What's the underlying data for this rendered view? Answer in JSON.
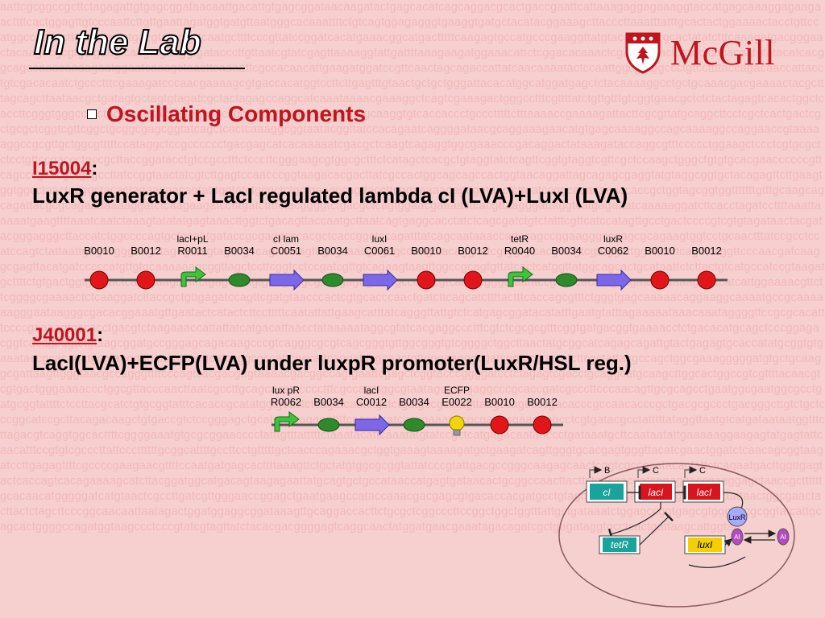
{
  "slide": {
    "title": "In the Lab",
    "bullet": "Oscillating Components",
    "logo_text": "McGill"
  },
  "background_dna": "aattcgcggccgcttctagagattgtgagcggataacaattgacattgtgagcggataacaagatactgagcacatcagcaggacgcactgaccgaattcattaaagaggagaaaggtaccatgagcaaaggagaagaacttttcactggagttgtcccaattcttgttgaattagatggtgatgttaatgggcacaaattttctgtcagtggagagggtgaaggtgatgctacatacggaaagcttacccttaaatttatttgcactactggaaaactacctgttccatggccaacacttgtcactactctgacgtatggtgttcaatgcttttcccgttatccggatcacatgaaacggcatgactttttcaagagtgccatgcccgaaggttatgtacaggaacgcactatatctttcaaagatgacgggaactacaagacgcgtgctgaagtcaagtttgaaggtgatacccttgttaatcgtatcgagttaaaaggtattgattttaaagaagatggaaacattctcggacacaaactcgagtacaactataactcacacaatgtatacatcacggcagacaaacaaaagaatggaatcaaagctaacttcaaaattcgccacaacattgaagatggatccgttcaactagcagaccattatcaacaaaatactccaattggcgatggccctgtccttttaccagacaaccattacctgtcgacacaatctgccctttcgaaagatcccaacgaaaagcgtgaccacatggtccttcttgagtttgtaactgctgctgggattacacatggcatggatgagctctacaaaaggcctgctgcaaacgacgaaaactacgctttagcagcttaataacgctgatagtgctagtgtagatcgctactagagccaggcatcaaataaaacgaaaggctcagtcgaaagactgggcctttcgttttatctgttgtttgtcggtgaacgctctctactagagtcacactggctcaccttcgggtgggcctttctgcgtttatatactagtagcggccgctgcagtccggcaaaaaagggcaaggtgtcaccaccctgccctttttctttaaaaccgaaaagattacttcgcgttatgcaggcttcctcgctcactgactcgctgcgctcggtcgttcggctgcggcgagcggtatcagctcactcaaaggcggtaatacggttatccacagaatcaggggataacgcaggaaagaacatgtgagcaaaaggccagcaaaaggccaggaaccgtaaaaaggccgcgttgctggcgtttttccataggctccgcccccctgacgagcatcacaaaaatcgacgctcaagtcagaggtggcgaaacccgacaggactataaagataccaggcgtttccccctggaagctccctcgtgcgctctcctgttccgaccctgccgcttaccggatacctgtccgcctttctcccttcgggaagcgtggcgctttctcatagctcacgctgtaggtatctcagttcggtgtaggtcgttcgctccaagctgggctgtgtgcacgaaccccccgttcagcccgaccgctgcgccttatccggtaactatcgtcttgagtccaacccggtaagacacgacttatcgccactggcagcagccactggtaacaggattagcagagcgaggtatgtaggcggtgctacagagttcttgaagtggtggcctaactacggctacactagaagaacagtatttggtatctgcgctctgctgaagccagttaccttcggaaaaagagttggtagctcttgatccggcaaacaaaccaccgctggtagcggtggtttttttgtttgcaagcagcagattacgcgcagaaaaaaaggatctcaagaagatcctttgatcttttctacggggtctgacgctcagtggaacgaaaactcacgttaagggattttggtcatgagattatcaaaaaggatcttcacctagatccttttaaattaaaaatgaagttttaaatcaatctaaagtatatatgagtaaacttggtctgacagttaccaatgcttaatcagtgaggcacctatctcagcgatctgtctatttcgttcatccatagttgcctgactccccgtcgtgtagataactacgatacgggagggcttaccatctggccccagtgctgcaatgataccgcgagacccacgctcaccggctccagatttatcagcaataaaccagccagccggaagggccgagcgcagaagtggtcctgcaactttatccgcctccatccagtctattaattgttgccgggaagctagagtaagtagttcgccagttaatagtttgcgcaacgttgttgccattgctacaggcatcgtggtgtcacgctcgtcgtttggtatggcttcattcagctccggttcccaacgatcaaggcgagttacatgatcccccatgttgtgcaaaaaagcggttagctccttcggtcctccgatcgttgtcagaagtaagttggccgcagtgttatcactcatggttatggcagcactgcataattctcttactgtcatgccatccgtaagatgcttttctgtgactggtgagtactcaaccaagtcattctgagaatagtgtatgcggcgaccgagttgctcttgcccggcgtcaatacgggataataccgcgccacatagcagaactttaaaagtgctcatcattggaaaacgttcttcggggcgaaaactctcaaggatcttaccgctgttgagatccagttcgatgtaacccactcgtgcacccaactgatcttcagcatcttttactttcaccagcgtttctgggtgagcaaaaacaggaaggcaaaatgccgcaaaaaagggaataagggcgacacggaaatgttgaatactcatactcttcctttttcaatattattgaagcatttatcagggttattgtctcatgagcggatacatatttgaatgtatttagaaaaataaacaaataggggttccgcgcacatttccccgaaaagtgccacctgacgtctaagaaaccattattatcatgacattaacctataaaaataggcgtatcacgaggccctttcgtctcgcgcgtttcggtgatgacggtgaaaacctctgacacatgcagctcccggagacggtcacagcttgtctgtaagcggatgccgggagcagacaagcccgtcagggcgcgtcagcgggtgttggcgggtgtcggggctggcttaactatgcggcatcagagcagattgtactgagagtgcaccatatgcggtgtgaaataccgcacagatgcgtaaggagaaaataccgcatcaggcgccattcgccattcaggctgcgcaactgttgggaagggcgatcggtgcgggcctcttcgctattacgccagctggcgaaagggggatgtgctgcaaggcgattaagttgggtaacgccagggttttcccagtcacgacgttgtaaaacgacggccagtgaattcgagctcggtacccggggatcctctagagtcgacctgcaggcatgcaagcttggcactggccgtcgttttacaacgtcgtgactgggaaaaccctggcgttacccaacttaatcgccttgcagcacatccccctttcgccagctggcgtaatagcgaagaggcccgcaccgatcgcccttcccaacagttgcgcagcctgaatggcgaatggcgcctgatgcggtattttctccttacgcatctgtgcggtatttcacaccgcatatggtgcactctcagtacaatctgctctgatgccgcatagttaagccagccccgacacccgccaacacccgctgacgcgccctgacgggcttgtctgctcccggcatccgcttacagacaagctgtgaccgtctccgggagctgcatgtgtcagaggttttcaccgtcatcaccgaaacgcgcgagacgaaagggcctcgtgatacgcctatttttataggttaatgtcatgataataatggtttcttagacgtcaggtggcacttttcggggaaatgtgcgcggaacccctatttgtttatttttctaaatacattcaaatatgtatccgctcatgagacaataaccctgataaatgcttcaataatattgaaaaaggaagagtatgagtattcaacatttccgtgtcgcccttattcccttttttgcggcattttgccttcctgtttttgctcacccagaaacgctggtgaaagtaaaagatgctgaagatcagttgggtgcacgagtgggttacatcgaactggatctcaacagcggtaagatccttgagagttttcgccccgaagaacgttttccaatgatgagcacttttaaagttctgctatgtggcgcggtattatcccgtattgacgccgggcaagagcaactcggtcgccgcatacactattctcagaatgacttggttgagtactcaccagtcacagaaaagcatcttacggatggcatgacagtaagagaattatgcagtgctgccataaccatgagtgataacactgcggccaacttacttctgacaacgatcggaggaccgaaggagctaaccgcttttttgcacaacatgggggatcatgtaactcgccttgatcgttgggaaccggagctgaatgaagccataccaaacgacgagcgtgacaccacgatgcctgtagcaatggcaacaacgttgcgcaaactattaactggcgaactacttactctagcttcccggcaacaattaatagactggatggaggcggataaagttgcaggaccacttctgcgctcggcccttccggctggctggtttattgctgataaatctggagccggtgagcgtgggtctcgcggtatcattgcagcactggggccagatggtaagccctcccgtatcgtagttatctacacgacggggagtcaggcaactatggatgaacgaaatagacagatcgctgagataggtgcctcactgattaagcattggtaa",
  "constructs": [
    {
      "id": "I15004",
      "description": "LuxR generator + LacI regulated lambda cI (LVA)+LuxI (LVA)",
      "parts": [
        {
          "name": "",
          "code": "B0010",
          "type": "terminator"
        },
        {
          "name": "",
          "code": "B0012",
          "type": "terminator"
        },
        {
          "name": "lacI+pL",
          "code": "R0011",
          "type": "promoter"
        },
        {
          "name": "",
          "code": "B0034",
          "type": "rbs"
        },
        {
          "name": "cI lam",
          "code": "C0051",
          "type": "cds"
        },
        {
          "name": "",
          "code": "B0034",
          "type": "rbs"
        },
        {
          "name": "luxI",
          "code": "C0061",
          "type": "cds"
        },
        {
          "name": "",
          "code": "B0010",
          "type": "terminator"
        },
        {
          "name": "",
          "code": "B0012",
          "type": "terminator"
        },
        {
          "name": "tetR",
          "code": "R0040",
          "type": "promoter"
        },
        {
          "name": "",
          "code": "B0034",
          "type": "rbs"
        },
        {
          "name": "luxR",
          "code": "C0062",
          "type": "cds"
        },
        {
          "name": "",
          "code": "B0010",
          "type": "terminator"
        },
        {
          "name": "",
          "code": "B0012",
          "type": "terminator"
        }
      ]
    },
    {
      "id": "J40001",
      "description": "LacI(LVA)+ECFP(LVA) under luxpR promoter(LuxR/HSL reg.)",
      "parts": [
        {
          "name": "lux pR",
          "code": "R0062",
          "type": "promoter"
        },
        {
          "name": "",
          "code": "B0034",
          "type": "rbs"
        },
        {
          "name": "lacI",
          "code": "C0012",
          "type": "cds"
        },
        {
          "name": "",
          "code": "B0034",
          "type": "rbs"
        },
        {
          "name": "ECFP",
          "code": "E0022",
          "type": "reporter"
        },
        {
          "name": "",
          "code": "B0010",
          "type": "terminator"
        },
        {
          "name": "",
          "code": "B0012",
          "type": "terminator"
        }
      ]
    }
  ],
  "network": {
    "genes": [
      "cI",
      "lacI",
      "lacI",
      "tetR",
      "luxI"
    ],
    "promoter_letters": [
      "B",
      "C",
      "C"
    ],
    "signal_labels": [
      "LuxR",
      "AI",
      "AI"
    ]
  },
  "colors": {
    "title_fill": "#ffffff",
    "accent_red": "#c0141f",
    "background": "#f6cfcf",
    "terminator": "#e0161b",
    "promoter": "#3cc43c",
    "rbs": "#2d8a2d",
    "cds": "#7b67e8",
    "reporter": "#f2d60c"
  }
}
